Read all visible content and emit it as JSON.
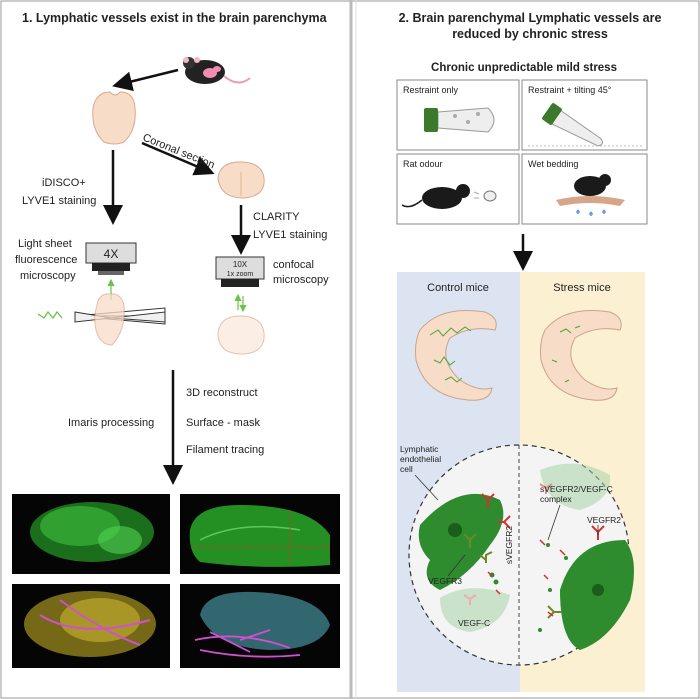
{
  "left_panel": {
    "title": "1. Lymphatic vessels exist in the brain parenchyma",
    "coronal_section": "Coronal section",
    "idisco_line1": "iDISCO+",
    "idisco_line2": "LYVE1 staining",
    "clarity_line1": "CLARITY",
    "clarity_line2": "LYVE1 staining",
    "light_sheet_line1": "Light sheet",
    "light_sheet_line2": "fluorescence",
    "light_sheet_line3": "microscopy",
    "objective_4x": "4X",
    "objective_10x": "10X",
    "objective_zoom": "1x zoom",
    "confocal_line1": "confocal",
    "confocal_line2": "microscopy",
    "step_3d": "3D reconstruct",
    "step_surface": "Surface - mask",
    "step_filament": "Filament tracing",
    "imaris": "Imaris processing"
  },
  "right_panel": {
    "title_line1": "2. Brain parenchymal Lymphatic vessels are",
    "title_line2": "reduced by  chronic stress",
    "cums_title": "Chronic unpredictable mild stress",
    "stressors": [
      "Restraint  only",
      "Restraint  + tilting 45°",
      "Rat odour",
      "Wet bedding"
    ],
    "control_label": "Control mice",
    "stress_label": "Stress mice",
    "lec_line1": "Lymphatic",
    "lec_line2": "endothelial",
    "lec_line3": "cell",
    "svegfr2_complex_line1": "sVEGFR2/VEGF-C",
    "svegfr2_complex_line2": "complex",
    "vegfr2": "VEGFR2",
    "svegfr2": "sVEGFR2",
    "vegfr3": "VEGFR3",
    "vegfc": "VEGF-C"
  },
  "colors": {
    "lymph_green": "#2e8b2e",
    "control_bg": "#dce4f2",
    "stress_bg": "#fbf0d2",
    "brain_pink": "#f7dcc7",
    "receptor_red": "#d43030",
    "receptor_olive": "#6a8a2a"
  }
}
